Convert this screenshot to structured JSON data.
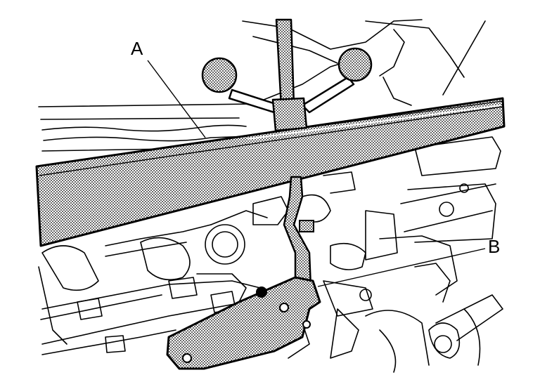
{
  "labels": {
    "a": "A",
    "b": "B"
  },
  "colors": {
    "ink": "#000000",
    "paper": "#ffffff",
    "tool_fill": "#bdbdbd"
  },
  "parts": {
    "a": "bar",
    "b": "bracket"
  }
}
